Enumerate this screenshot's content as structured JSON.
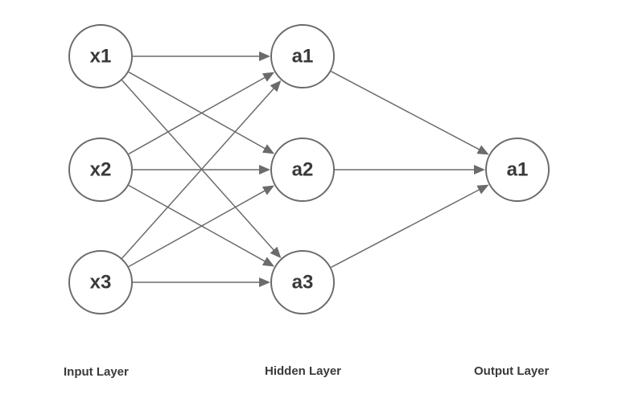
{
  "nodes": {
    "x1": "x1",
    "x2": "x2",
    "x3": "x3",
    "h1": "a1",
    "h2": "a2",
    "h3": "a3",
    "o1": "a1"
  },
  "layers": {
    "input": "Input Layer",
    "hidden": "Hidden Layer",
    "output": "Output Layer"
  },
  "edges": [
    [
      "x1",
      "h1"
    ],
    [
      "x1",
      "h2"
    ],
    [
      "x1",
      "h3"
    ],
    [
      "x2",
      "h1"
    ],
    [
      "x2",
      "h2"
    ],
    [
      "x2",
      "h3"
    ],
    [
      "x3",
      "h1"
    ],
    [
      "x3",
      "h2"
    ],
    [
      "x3",
      "h3"
    ],
    [
      "h1",
      "o1"
    ],
    [
      "h2",
      "o1"
    ],
    [
      "h3",
      "o1"
    ]
  ],
  "colors": {
    "stroke": "#6b6b6b",
    "text": "#3a3a3a",
    "background": "#ffffff"
  }
}
